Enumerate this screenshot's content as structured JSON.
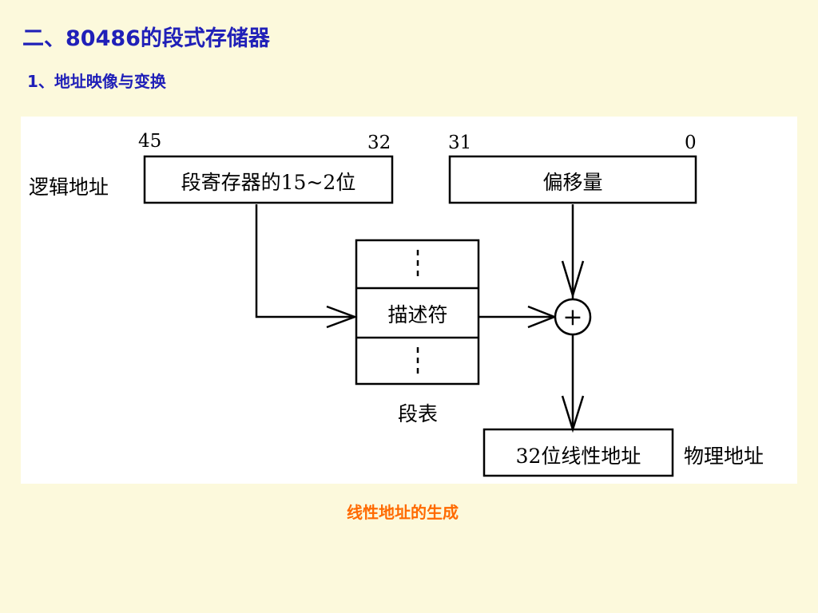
{
  "slide": {
    "title": "二、80486的段式存储器",
    "subtitle": "1、地址映像与变换",
    "caption": "线性地址的生成"
  },
  "diagram": {
    "logical_address_label": "逻辑地址",
    "segment_register_box": "段寄存器的15~2位",
    "offset_box": "偏移量",
    "bit_45": "45",
    "bit_32": "32",
    "bit_31": "31",
    "bit_0": "0",
    "descriptor": "描述符",
    "segment_table": "段表",
    "adder_symbol": "+",
    "linear_address_box": "32位线性地址",
    "physical_address_label": "物理地址"
  },
  "colors": {
    "background": "#fcf9dc",
    "title": "#2020b8",
    "caption": "#ff6a00"
  }
}
